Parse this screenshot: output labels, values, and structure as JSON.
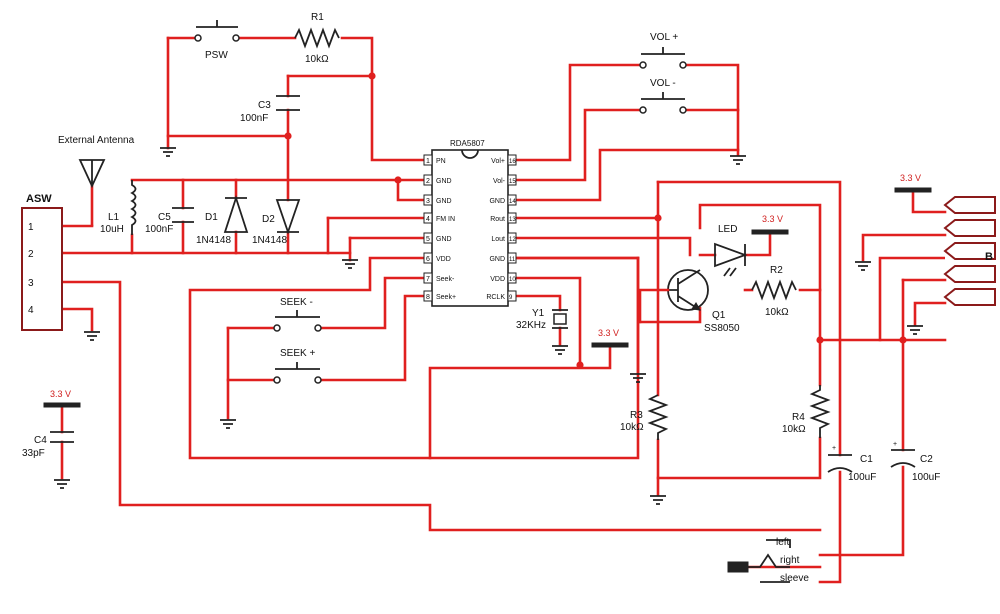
{
  "chip": {
    "name": "RDA5807",
    "left_pins": [
      {
        "num": "1",
        "label": "PN"
      },
      {
        "num": "2",
        "label": "GND"
      },
      {
        "num": "3",
        "label": "GND"
      },
      {
        "num": "4",
        "label": "FM IN"
      },
      {
        "num": "5",
        "label": "GND"
      },
      {
        "num": "6",
        "label": "VDD"
      },
      {
        "num": "7",
        "label": "Seek-"
      },
      {
        "num": "8",
        "label": "Seek+"
      }
    ],
    "right_pins": [
      {
        "num": "16",
        "label": "Vol+"
      },
      {
        "num": "15",
        "label": "Vol-"
      },
      {
        "num": "14",
        "label": "GND"
      },
      {
        "num": "13",
        "label": "Rout"
      },
      {
        "num": "12",
        "label": "Lout"
      },
      {
        "num": "11",
        "label": "GND"
      },
      {
        "num": "10",
        "label": "VDD"
      },
      {
        "num": "9",
        "label": "RCLK"
      }
    ]
  },
  "components": {
    "psw": "PSW",
    "r1": {
      "name": "R1",
      "value": "10kΩ"
    },
    "c3": {
      "name": "C3",
      "value": "100nF"
    },
    "antenna": "External Antenna",
    "l1": {
      "name": "L1",
      "value": "10uH"
    },
    "c5": {
      "name": "C5",
      "value": "100nF"
    },
    "d1": {
      "name": "D1",
      "value": "1N4148"
    },
    "d2": {
      "name": "D2",
      "value": "1N4148"
    },
    "vol_plus": "VOL +",
    "vol_minus": "VOL -",
    "seek_minus": "SEEK -",
    "seek_plus": "SEEK +",
    "y1": {
      "name": "Y1",
      "value": "32KHz"
    },
    "led": "LED",
    "q1": {
      "name": "Q1",
      "value": "SS8050"
    },
    "r2": {
      "name": "R2",
      "value": "10kΩ"
    },
    "r3": {
      "name": "R3",
      "value": "10kΩ"
    },
    "r4": {
      "name": "R4",
      "value": "10kΩ"
    },
    "c1": {
      "name": "C1",
      "value": "100uF"
    },
    "c2": {
      "name": "C2",
      "value": "100uF"
    },
    "c4": {
      "name": "C4",
      "value": "33pF"
    },
    "supply": "3.3 V",
    "asw": {
      "name": "ASW",
      "pins": [
        "1",
        "2",
        "3",
        "4"
      ]
    },
    "b_connector": "B",
    "jack": {
      "left": "left",
      "right": "right",
      "sleeve": "sleeve"
    }
  }
}
